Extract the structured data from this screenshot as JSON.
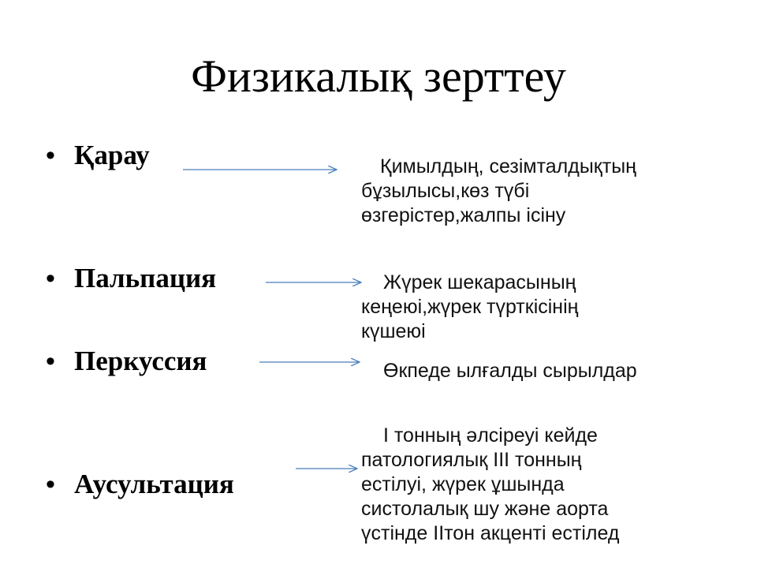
{
  "slide": {
    "title": "Физикалық зерттеу",
    "arrow_color": "#4a7ebb",
    "items": [
      {
        "term": "Қарау",
        "description_lines": [
          "Қимылдың, сезімталдықтың",
          "бұзылысы,көз түбі",
          "өзгерістер,жалпы ісіну"
        ]
      },
      {
        "term": "Пальпация",
        "description_lines": [
          "Жүрек шекарасының",
          "кеңеюі,жүрек түрткісінің",
          "күшеюі"
        ]
      },
      {
        "term": "Перкуссия",
        "description_lines": [
          "Өкпеде ылғалды сырылдар"
        ]
      },
      {
        "term": "Аусультация",
        "description_lines": [
          "I тонның әлсіреуі кейде",
          "патологиялық III тонның",
          "естілуі, жүрек ұшында",
          "систолалық шу және аорта",
          "үстінде IIтон акценті естілед"
        ]
      }
    ]
  }
}
